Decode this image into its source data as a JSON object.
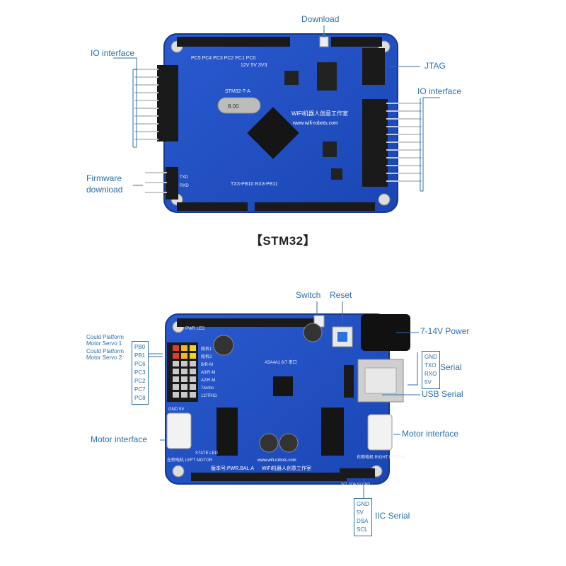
{
  "top": {
    "title": "【STM32】",
    "labels": {
      "download": "Download",
      "io_left": "IO interface",
      "io_right": "IO interface",
      "jtag": "JTAG",
      "firmware": "Firmware\ndownload"
    },
    "silk": {
      "header_top": "PC5 PC4 PC3 PC2 PC1 PC0",
      "power_top": "12V    5V 3V3",
      "model": "STM32-T-A",
      "crystal": "8.00",
      "brand": "WiFi机器人创意工作室",
      "url": "www.wifi-robots.com",
      "uart": "TX3-PB10      RX3-PB11",
      "txd": "TXD",
      "rxd": "RXD"
    }
  },
  "bottom": {
    "labels": {
      "switch": "Switch",
      "reset": "Reset",
      "power": "7-14V Power",
      "serial": "Serial",
      "usb_serial": "USB  Serial",
      "motor_left": "Motor interface",
      "motor_right": "Motor interface",
      "iic_serial": "IIC  Serial",
      "cloud1": "Could Platform\nMotor Servo 1",
      "cloud2": "Could Platform\nMotor Servo 2"
    },
    "left_pins": [
      "PB0",
      "PB1",
      "PC6",
      "PC3",
      "PC2",
      "PC7",
      "PC8"
    ],
    "serial_pins": [
      "GND",
      "TXO",
      "RXO",
      "5V"
    ],
    "iic_pins": [
      "GND",
      "5V",
      "DSA",
      "SCL"
    ],
    "silk": {
      "servo_labels": [
        "舵机1",
        "舵机2",
        "B/R-M",
        "A3/R-M",
        "A2/R-M",
        "7/echo",
        "12/TRIG"
      ],
      "gnd5v": "GND  5V",
      "left_motor": "左侧电机\nLEFT MOTOR",
      "right_motor": "右侧电机\nRIGHT MOTOR",
      "state_led": "STATE\nLED",
      "version": "版本号:PWR.BAL.A",
      "brand": "WiFi机器人创意工作室",
      "url": "www.wifi-robots.com",
      "pwr_led": "PWR LED",
      "uart_header": "A5A4A1 6/7 串口",
      "iic_silk": "SCL SDA 5V GND"
    }
  },
  "colors": {
    "pcb": "#1f4fc0",
    "pcb_dark": "#163a94",
    "callout": "#2f6fa8",
    "header": "#1a1a1a",
    "pin": "#c9c9c9"
  }
}
